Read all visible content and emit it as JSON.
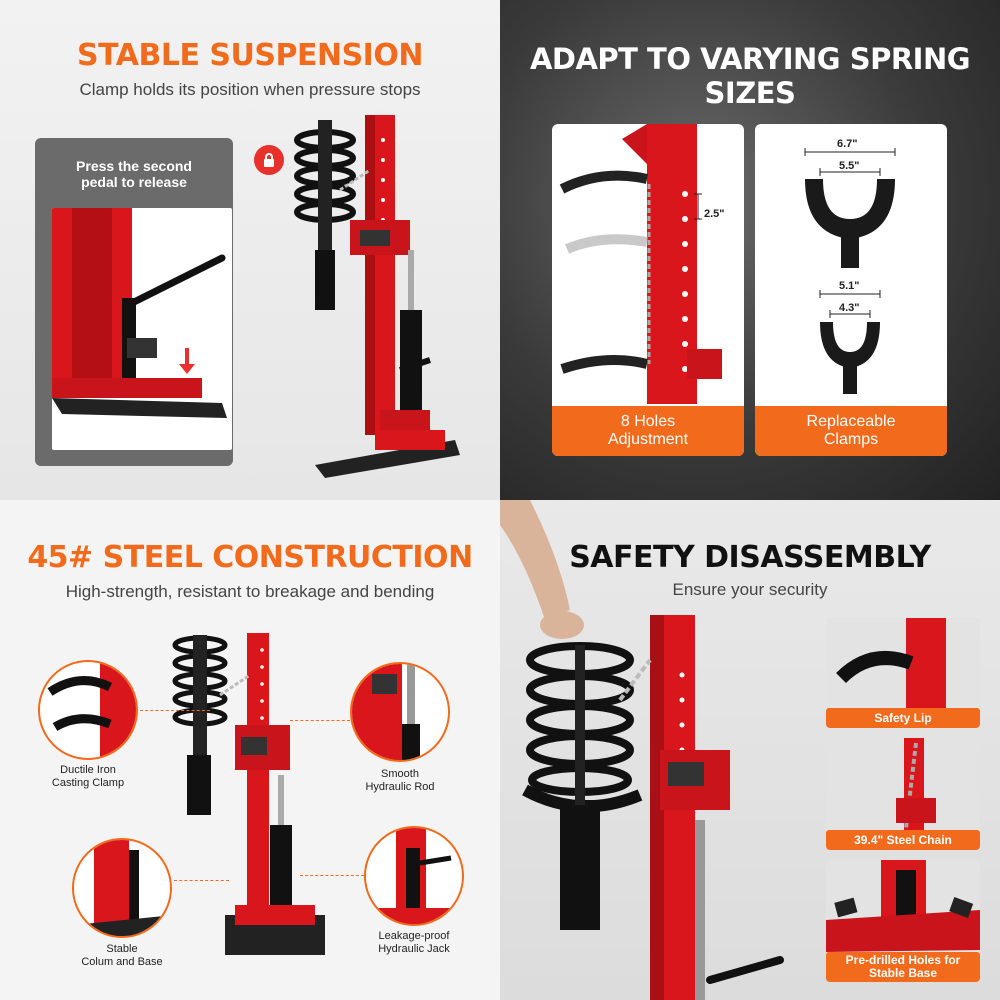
{
  "panel1": {
    "title": "STABLE SUSPENSION",
    "subtitle": "Clamp holds its position when pressure stops",
    "inset_caption_line1": "Press the second",
    "inset_caption_line2": "pedal to release",
    "lock_icon": "lock-icon"
  },
  "panel2": {
    "title": "ADAPT TO VARYING SPRING SIZES",
    "hole_spacing": "2.5\"",
    "card1_label_line1": "8 Holes",
    "card1_label_line2": "Adjustment",
    "large_clamp_outer": "6.7\"",
    "large_clamp_inner": "5.5\"",
    "small_clamp_outer": "5.1\"",
    "small_clamp_inner": "4.3\"",
    "card2_label_line1": "Replaceable",
    "card2_label_line2": "Clamps"
  },
  "panel3": {
    "title": "45# STEEL CONSTRUCTION",
    "subtitle": "High-strength, resistant to breakage and bending",
    "callouts": {
      "clamp_line1": "Ductile Iron",
      "clamp_line2": "Casting Clamp",
      "rod_line1": "Smooth",
      "rod_line2": "Hydraulic Rod",
      "base_line1": "Stable",
      "base_line2": "Colum and Base",
      "jack_line1": "Leakage-proof",
      "jack_line2": "Hydraulic Jack"
    }
  },
  "panel4": {
    "title": "SAFETY DISASSEMBLY",
    "subtitle": "Ensure your security",
    "feature1": "Safety Lip",
    "feature2": "39.4\" Steel Chain",
    "feature3_line1": "Pre-drilled Holes for",
    "feature3_line2": "Stable Base"
  },
  "colors": {
    "accent": "#f26a1b",
    "frame_red": "#d8161b",
    "lock_red": "#e8312a"
  }
}
